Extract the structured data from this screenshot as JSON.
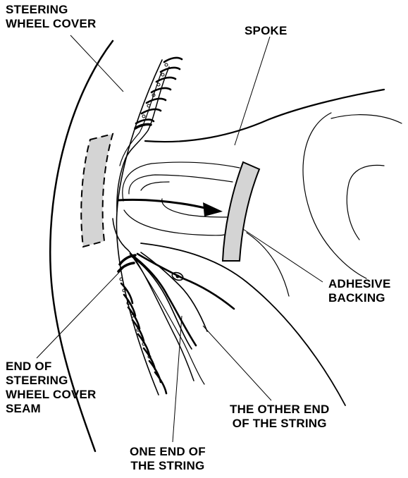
{
  "labels": {
    "steering_wheel_cover": [
      "STEERING",
      "WHEEL COVER"
    ],
    "spoke": [
      "SPOKE"
    ],
    "adhesive_backing": [
      "ADHESIVE",
      "BACKING"
    ],
    "end_of_seam": [
      "END OF",
      "STEERING",
      "WHEEL COVER",
      "SEAM"
    ],
    "other_end_string": [
      "THE OTHER END",
      "OF THE STRING"
    ],
    "one_end_string": [
      "ONE END OF",
      "THE STRING"
    ]
  },
  "colors": {
    "line": "#000000",
    "fill_gray": "#d4d4d4",
    "background": "#ffffff"
  }
}
